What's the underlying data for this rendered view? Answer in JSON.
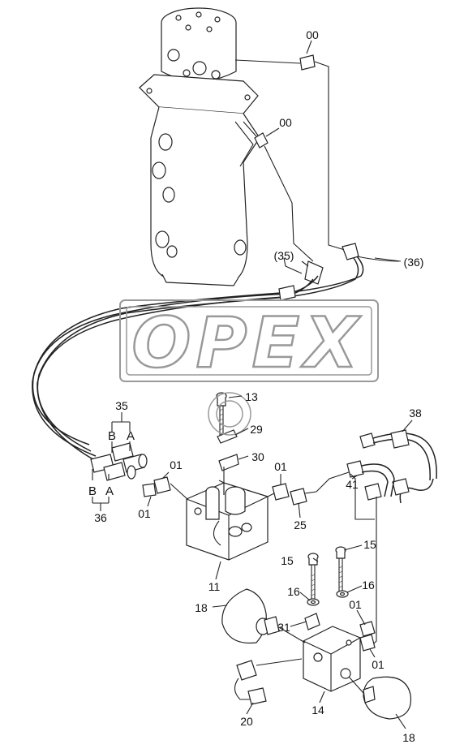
{
  "watermark": "OPEX",
  "labels": {
    "l00a": "00",
    "l00b": "00",
    "l35p": "(35)",
    "l36p": "(36)",
    "l13": "13",
    "l29": "29",
    "l30": "30",
    "l35": "35",
    "l35B": "B",
    "l35A": "A",
    "l36B": "B",
    "l36A": "A",
    "l36": "36",
    "l01a": "01",
    "l01b": "01",
    "l01c": "01",
    "l01d": "01",
    "l01e": "01",
    "l38": "38",
    "l41": "41",
    "l25": "25",
    "l11": "11",
    "l15a": "15",
    "l15b": "15",
    "l16a": "16",
    "l16b": "16",
    "l18a": "18",
    "l18b": "18",
    "l31": "31",
    "l14": "14",
    "l20": "20"
  },
  "colors": {
    "line": "#222222",
    "watermark": "#999999",
    "background": "#ffffff"
  }
}
